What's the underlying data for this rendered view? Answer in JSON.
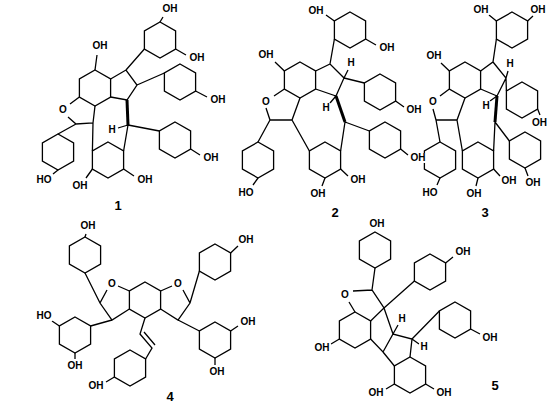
{
  "diagram": {
    "labels": [
      "OH",
      "OH",
      "OH",
      "OH",
      "O",
      "H",
      "HO",
      "OH",
      "OH",
      "OH",
      "1",
      "OH",
      "O",
      "HO",
      "OH",
      "OH",
      "OH",
      "H",
      "H",
      "OH",
      "OH",
      "OH",
      "2",
      "OH",
      "O",
      "HO",
      "OH",
      "OH",
      "OH",
      "H",
      "H",
      "OH",
      "OH",
      "OH",
      "3",
      "OH",
      "O",
      "O",
      "OH",
      "HO",
      "OH",
      "OH",
      "OH",
      "OH",
      "4",
      "OH",
      "O",
      "OH",
      "H",
      "H",
      "OH",
      "OH",
      "OH",
      "OH",
      "5"
    ]
  }
}
